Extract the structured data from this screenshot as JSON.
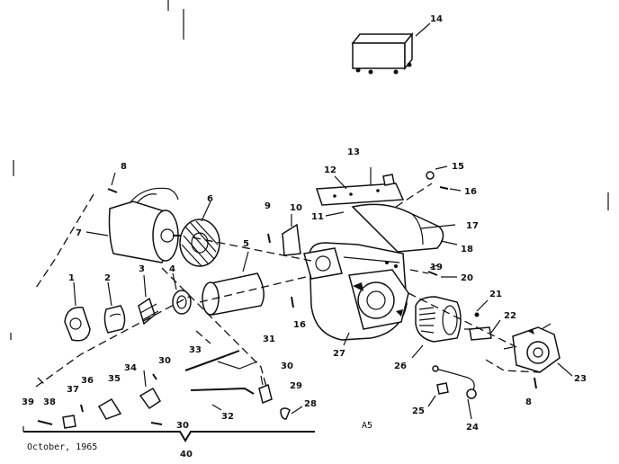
{
  "callouts": [
    {
      "id": "c14",
      "text": "14"
    },
    {
      "id": "c13",
      "text": "13"
    },
    {
      "id": "c12",
      "text": "12"
    },
    {
      "id": "c15",
      "text": "15"
    },
    {
      "id": "c16a",
      "text": "16"
    },
    {
      "id": "c11",
      "text": "11"
    },
    {
      "id": "c17",
      "text": "17"
    },
    {
      "id": "c18",
      "text": "18"
    },
    {
      "id": "c8a",
      "text": "8"
    },
    {
      "id": "c6",
      "text": "6"
    },
    {
      "id": "c7",
      "text": "7"
    },
    {
      "id": "c9",
      "text": "9"
    },
    {
      "id": "c10",
      "text": "10"
    },
    {
      "id": "c5",
      "text": "5"
    },
    {
      "id": "c1",
      "text": "1"
    },
    {
      "id": "c2",
      "text": "2"
    },
    {
      "id": "c3",
      "text": "3"
    },
    {
      "id": "c4",
      "text": "4"
    },
    {
      "id": "c19",
      "text": "19"
    },
    {
      "id": "c20",
      "text": "20"
    },
    {
      "id": "c21",
      "text": "21"
    },
    {
      "id": "c16b",
      "text": "16"
    },
    {
      "id": "c22",
      "text": "22"
    },
    {
      "id": "c27",
      "text": "27"
    },
    {
      "id": "c26",
      "text": "26"
    },
    {
      "id": "c23",
      "text": "23"
    },
    {
      "id": "c8b",
      "text": "8"
    },
    {
      "id": "c33",
      "text": "33"
    },
    {
      "id": "c31",
      "text": "31"
    },
    {
      "id": "c34",
      "text": "34"
    },
    {
      "id": "c30a",
      "text": "30"
    },
    {
      "id": "c30b",
      "text": "30"
    },
    {
      "id": "c36",
      "text": "36"
    },
    {
      "id": "c37",
      "text": "37"
    },
    {
      "id": "c35",
      "text": "35"
    },
    {
      "id": "c29",
      "text": "29"
    },
    {
      "id": "c39",
      "text": "39"
    },
    {
      "id": "c38",
      "text": "38"
    },
    {
      "id": "c32",
      "text": "32"
    },
    {
      "id": "c28",
      "text": "28"
    },
    {
      "id": "c30c",
      "text": "30"
    },
    {
      "id": "c25",
      "text": "25"
    },
    {
      "id": "c24",
      "text": "24"
    },
    {
      "id": "c40",
      "text": "40"
    }
  ],
  "drawing_code": "A5",
  "footer_date": "October, 1965"
}
